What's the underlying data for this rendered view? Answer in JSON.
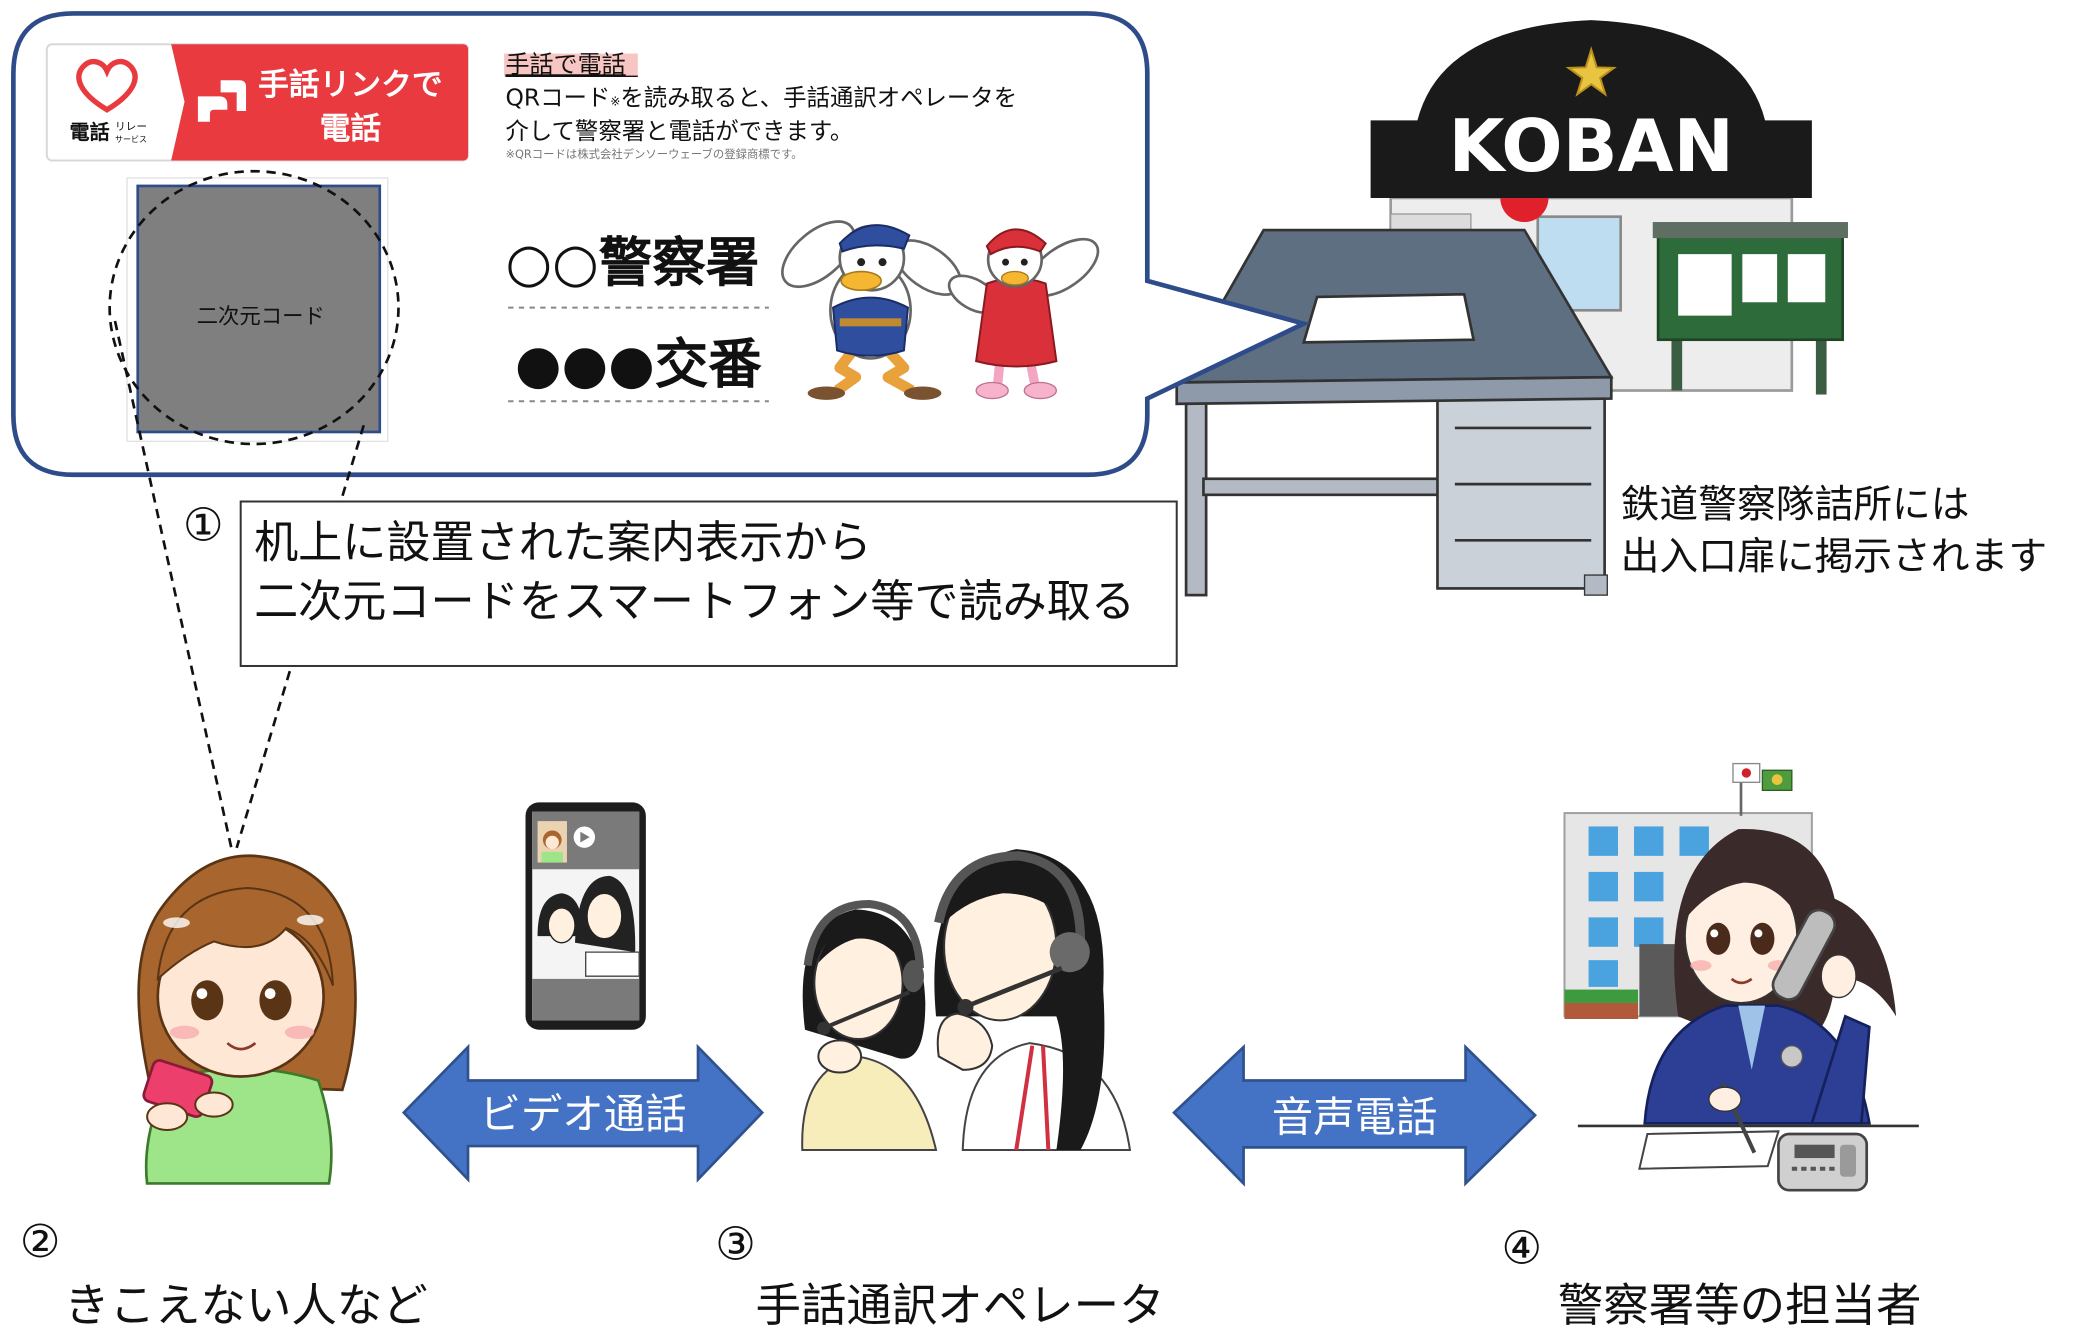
{
  "speech_bubble": {
    "banner": {
      "logo_main": "電話",
      "logo_sub_top": "リレー",
      "logo_sub_bottom": "サービス",
      "title_line1": "手話リンクで",
      "title_line2": "電話"
    },
    "heading": "手話で電話",
    "description": {
      "line1_before_mark": "QRコード",
      "line1_mark": "※",
      "line1_after_mark": "を読み取ると、手話通訳オペレータを",
      "line2": "介して警察署と電話ができます。"
    },
    "trademark_note": "※QRコードは株式会社デンソーウェーブの登録商標です。",
    "code_placeholder": "二次元コード",
    "police_station": "○○警察署",
    "koban": "●●●交番"
  },
  "koban_building": {
    "sign": "KOBAN"
  },
  "railway_note": {
    "line1": "鉄道警察隊詰所には",
    "line2": "出入口扉に掲示されます"
  },
  "step1": {
    "number": "①",
    "line1": "机上に設置された案内表示から",
    "line2": "二次元コードをスマートフォン等で読み取る"
  },
  "connections": {
    "video_call": "ビデオ通話",
    "voice_call": "音声電話"
  },
  "step2": {
    "number": "②",
    "label": "きこえない人など"
  },
  "step3": {
    "number": "③",
    "label": "手話通訳オペレータ"
  },
  "step4": {
    "number": "④",
    "label": "警察署等の担当者"
  },
  "colors": {
    "bubble_border": "#2F4C8A",
    "banner_red": "#E83A3F",
    "code_gray": "#7F7F7F",
    "arrow_blue": "#4472C4",
    "koban_roof": "#1A1A1A",
    "highlight_pink": "#F8C6C2"
  }
}
